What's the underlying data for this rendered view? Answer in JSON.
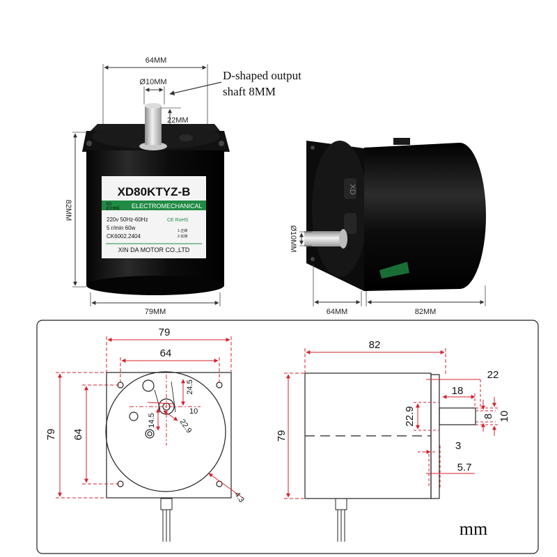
{
  "photo": {
    "annotation_line1": "D-shaped output",
    "annotation_line2": "shaft 8MM",
    "top_width": "64MM",
    "shaft_diameter": "Ø10MM",
    "shaft_length": "22MM",
    "height": "82MM",
    "body_width": "79MM",
    "side_shaft_diameter": "Ø10MM",
    "side_flange": "64MM",
    "side_length": "82MM"
  },
  "label": {
    "model": "XD80KTYZ-B",
    "brand_small_1": "XD",
    "brand_small_2": "星达电机",
    "band": "ELECTROMECHANICAL",
    "line1": "220v 50Hz-60Hz",
    "line1_marks": "CE RoHS",
    "line2": "5 r/min  60w",
    "line3": "CK6002.2404",
    "wiring1": "1-正转",
    "wiring2": "2-反转",
    "company": "XIN DA MOTOR CO.,LTD",
    "side_logo": "XD"
  },
  "drawing": {
    "front": {
      "overall": "79",
      "holes": "64",
      "height": "79",
      "hole_v": "64",
      "d245": "24.5",
      "d10": "10",
      "d145": "14.5",
      "d229": "22.9",
      "d43": "4.3"
    },
    "side": {
      "length": "82",
      "height": "79",
      "shaft": "22",
      "d18": "18",
      "d229": "22.9",
      "d8": "8",
      "d10": "10",
      "d3": "3",
      "d57": "5.7"
    },
    "units": "mm"
  },
  "colors": {
    "dim_red": "#d6212c",
    "motor": "#0d0d0d",
    "label_green": "#1f8a43"
  }
}
